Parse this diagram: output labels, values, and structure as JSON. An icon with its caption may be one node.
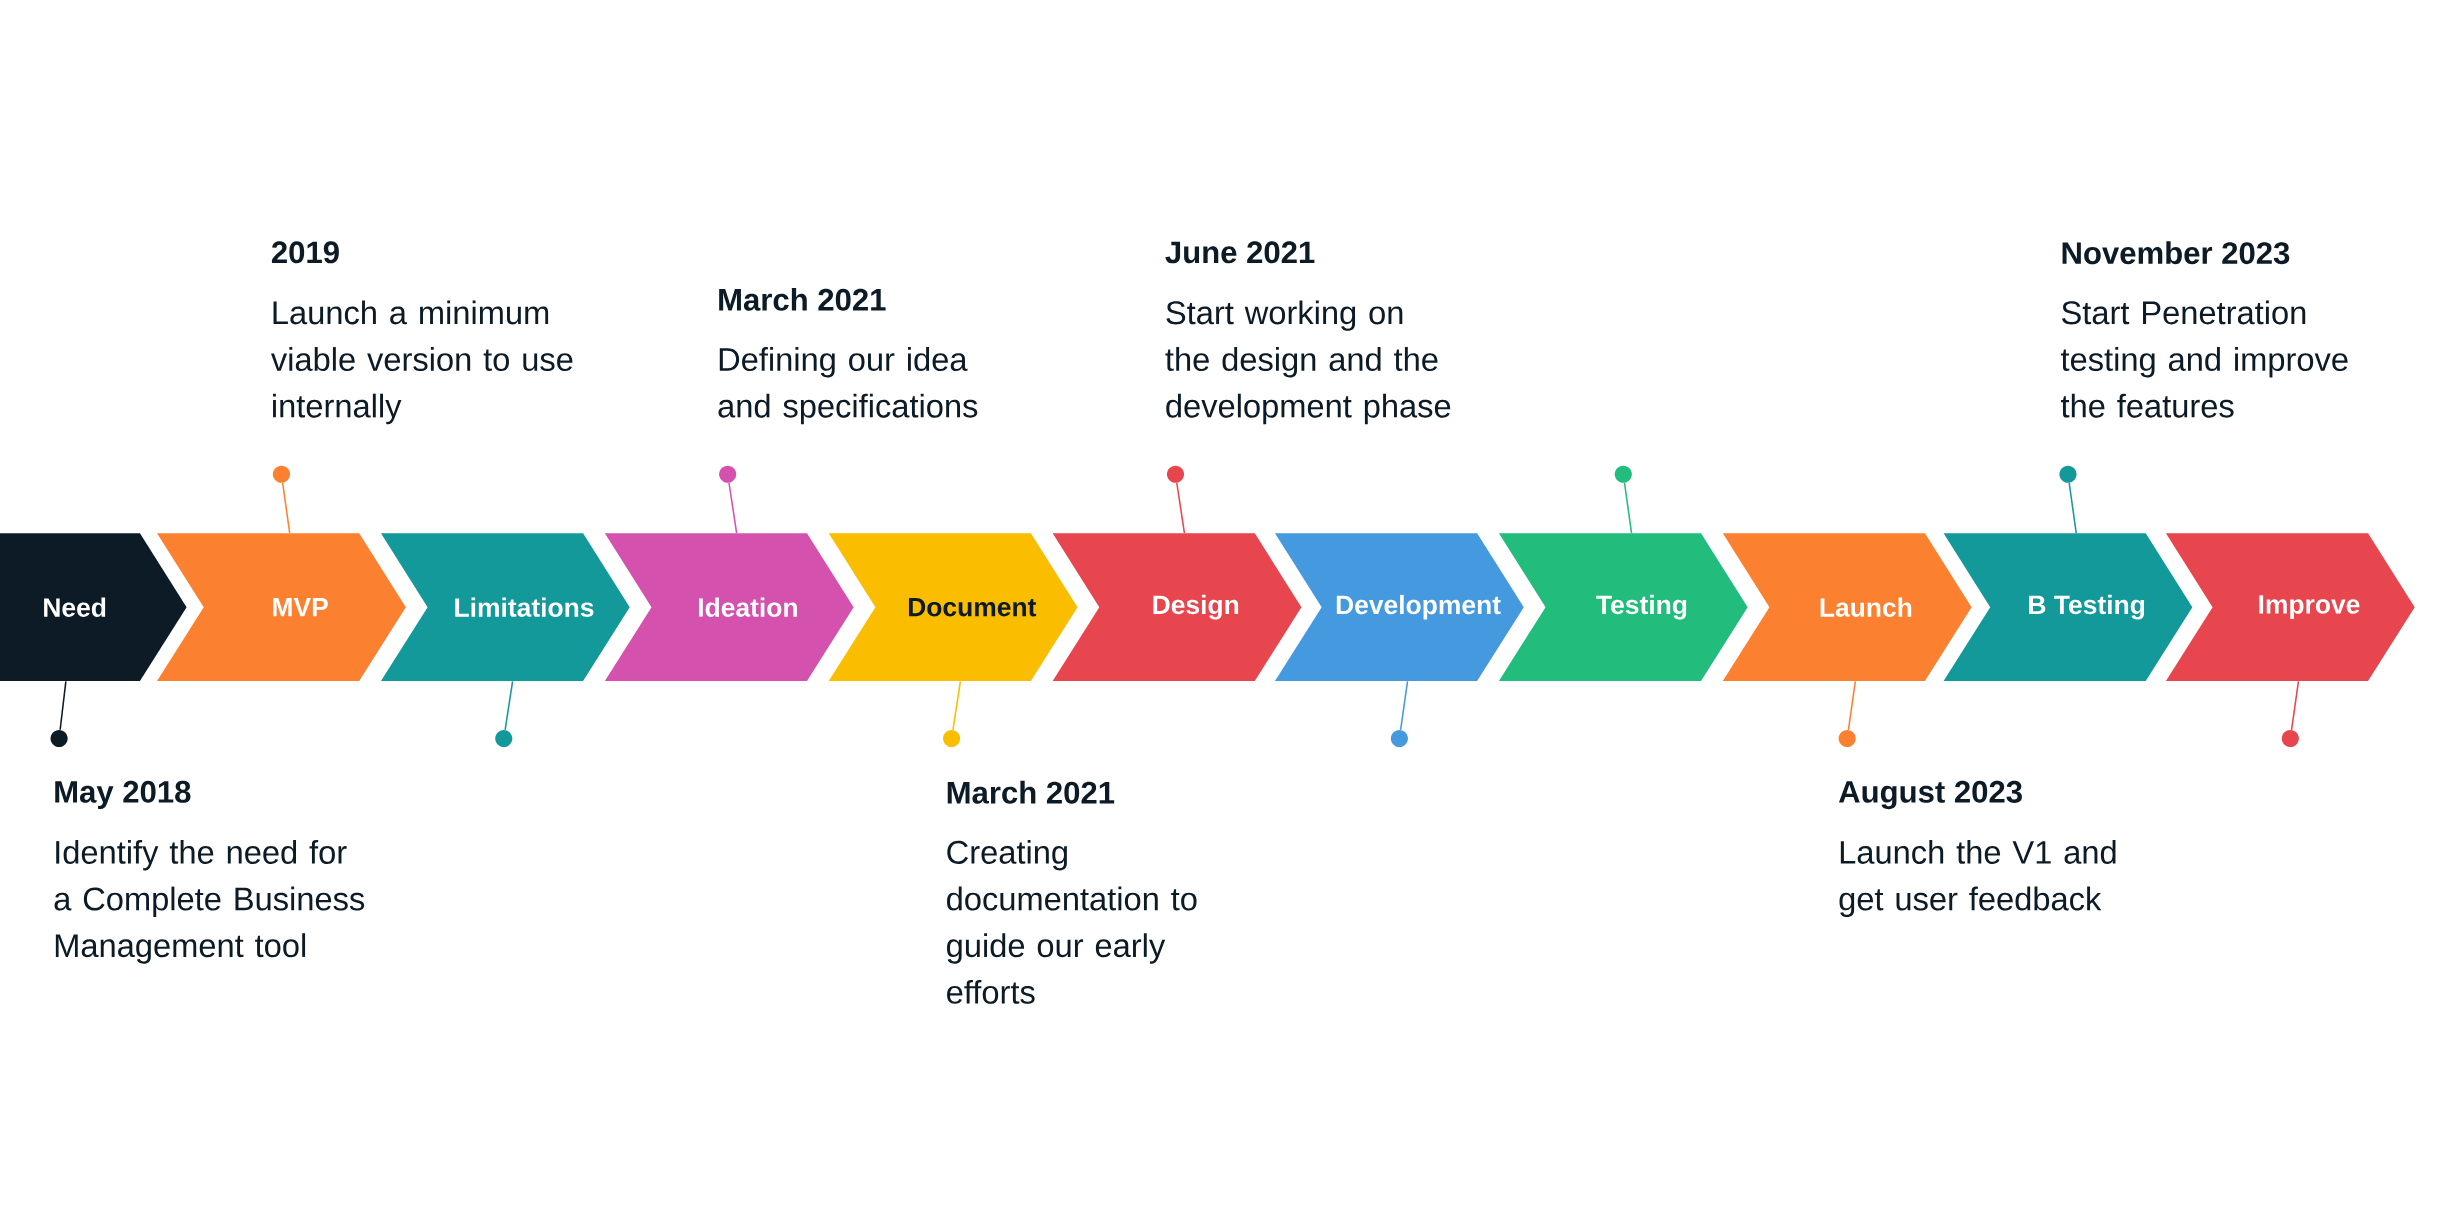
{
  "diagram": {
    "nodes": [
      {
        "text": [
          "Need"
        ]
      },
      {
        "text": [
          "MVP"
        ]
      },
      {
        "text": [
          "Limitations"
        ]
      },
      {
        "text": [
          "Ideation"
        ]
      },
      {
        "text": [
          "Document"
        ]
      },
      {
        "text": [
          "Design"
        ]
      },
      {
        "text": [
          "Development"
        ]
      },
      {
        "text": [
          "Testing"
        ]
      },
      {
        "text": [
          "Launch"
        ]
      },
      {
        "text": [
          "B Testing"
        ]
      },
      {
        "text": [
          "Improve"
        ]
      },
      {
        "text": [],
        "shape": "circle",
        "beside": [
          "May 2018",
          "Identify the need for a Complete Business Management tool"
        ]
      },
      {
        "text": [],
        "shape": "circle",
        "beside": [
          "2019",
          "Launch a minimum viable version to use internally"
        ]
      },
      {
        "text": [],
        "shape": "circle"
      },
      {
        "text": [],
        "shape": "circle",
        "beside": [
          "March 2021",
          "Defining our idea and specifications"
        ]
      },
      {
        "text": [],
        "shape": "circle",
        "beside": [
          "March 2021",
          "Creating documentation to guide our early efforts"
        ]
      },
      {
        "text": [],
        "shape": "circle",
        "beside": [
          "June 2021",
          "Start working on the design and the development phase"
        ]
      },
      {
        "text": [],
        "shape": "circle"
      },
      {
        "text": [],
        "shape": "circle"
      },
      {
        "text": [],
        "shape": "circle",
        "beside": [
          "August 2023",
          "Launch the V1 and get user feedback"
        ]
      },
      {
        "text": [],
        "shape": "circle",
        "beside": [
          "November 2023",
          "Start Penetration testing and improve the features"
        ]
      },
      {
        "text": [],
        "shape": "circle"
      }
    ],
    "edges": [
      {
        "from": 11,
        "to": 0,
        "arrow": "none",
        "color": "#0d1b26"
      },
      {
        "from": 12,
        "to": 1,
        "arrow": "none",
        "color": "#fb8130"
      },
      {
        "from": 13,
        "to": 2,
        "arrow": "none",
        "color": "#14999b"
      },
      {
        "from": 14,
        "to": 3,
        "arrow": "none",
        "color": "#d452ae"
      },
      {
        "from": 15,
        "to": 4,
        "arrow": "none",
        "color": "#fbbd00"
      },
      {
        "from": 16,
        "to": 5,
        "arrow": "none",
        "color": "#e8464e"
      },
      {
        "from": 17,
        "to": 6,
        "arrow": "none",
        "color": "#4599df"
      },
      {
        "from": 18,
        "to": 7,
        "arrow": "none",
        "color": "#22bd7c"
      },
      {
        "from": 19,
        "to": 8,
        "arrow": "none",
        "color": "#fb8130"
      },
      {
        "from": 20,
        "to": 9,
        "arrow": "none",
        "color": "#14999b"
      },
      {
        "from": 21,
        "to": 10,
        "arrow": "none",
        "color": "#e8464e"
      }
    ]
  }
}
